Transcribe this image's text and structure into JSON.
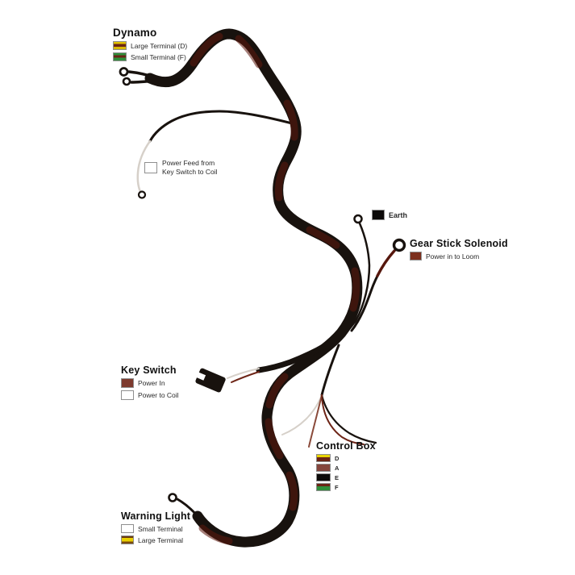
{
  "figure": {
    "description": "Wiring loom diagram with labelled terminals",
    "background": "#ffffff"
  },
  "harness": {
    "loom_color": "#18120e",
    "wrap_color": "#5d180d",
    "white_wire_color": "#d6d0c9",
    "red_wire_color": "#6e2517",
    "brown_wire_color": "#8a4a3a",
    "ring_fill": "#ffffff"
  },
  "legends": {
    "dynamo": {
      "title": "Dynamo",
      "items": [
        {
          "label": "Large Terminal (D)",
          "swatch": "linear-gradient(#e0c100 0 28%, #6b2415 28% 64%, #d8b800 64% 100%)"
        },
        {
          "label": "Small Terminal (F)",
          "swatch": "linear-gradient(#2f8f3a 0 30%, #6b2415 30% 62%, #2f8f3a 62% 100%)"
        }
      ]
    },
    "power_feed": {
      "lines": [
        "Power Feed from",
        "Key Switch to Coil"
      ],
      "swatch": "#ffffff"
    },
    "earth": {
      "label": "Earth",
      "swatch": "#0c0a09"
    },
    "gear_stick_solenoid": {
      "title": "Gear Stick Solenoid",
      "items": [
        {
          "label": "Power in to Loom",
          "swatch": "#7c2f1d"
        }
      ]
    },
    "key_switch": {
      "title": "Key Switch",
      "items": [
        {
          "label": "Power In",
          "swatch": "#7d3a2e"
        },
        {
          "label": "Power to Coil",
          "swatch": "#ffffff"
        }
      ]
    },
    "control_box": {
      "title": "Control Box",
      "items": [
        {
          "label": "D",
          "swatch": "linear-gradient(#e8d400 0 38%, #6b2415 38% 100%)"
        },
        {
          "label": "A",
          "swatch": "#84453c"
        },
        {
          "label": "E",
          "swatch": "#0c0a09"
        },
        {
          "label": "F",
          "swatch": "linear-gradient(#6b2415 0 40%, #2f8f3a 40% 100%)"
        }
      ]
    },
    "warning_light": {
      "title": "Warning Light",
      "items": [
        {
          "label": "Small Terminal",
          "swatch": "#ffffff"
        },
        {
          "label": "Large Terminal",
          "swatch": "linear-gradient(#6b3a10 0 22%, #e8cf00 22% 72%, #7a4a10 72% 100%)"
        }
      ]
    }
  }
}
